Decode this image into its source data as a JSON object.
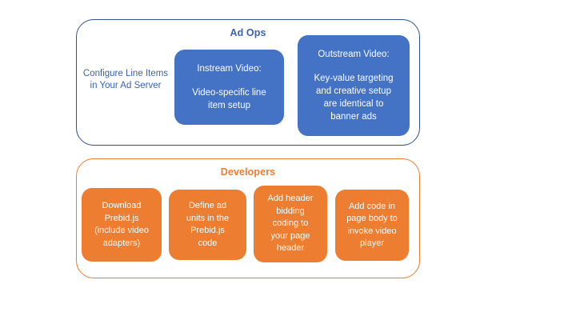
{
  "diagram": {
    "colors": {
      "blue_fill": "#4472C4",
      "blue_outline": "#2F528F",
      "blue_text": "#3C63AF",
      "orange_fill": "#ED7D31",
      "orange_outline": "#ED7D31",
      "white_text": "#FFFFFF",
      "background": "#FFFFFF"
    },
    "groups": [
      {
        "id": "ad-ops",
        "title": "Ad Ops",
        "plain_label": {
          "lines": [
            "Configure Line",
            "Items in Your Ad",
            "Server"
          ],
          "text": "Configure Line Items in Your Ad Server"
        },
        "nodes": [
          {
            "id": "instream",
            "heading": "Instream Video:",
            "body_lines": [
              "Video-specific line",
              "item setup"
            ],
            "body": "Video-specific line item setup"
          },
          {
            "id": "outstream",
            "heading": "Outstream Video:",
            "body_lines": [
              "Key-value targeting",
              "and creative setup",
              "are identical to",
              "banner ads"
            ],
            "body": "Key-value targeting and creative setup are identical to banner ads"
          }
        ]
      },
      {
        "id": "developers",
        "title": "Developers",
        "nodes": [
          {
            "id": "download-prebid",
            "lines": [
              "Download",
              "Prebid.js",
              "(include video",
              "adapters)"
            ],
            "text": "Download Prebid.js (include video adapters)"
          },
          {
            "id": "define-ad-units",
            "lines": [
              "Define ad",
              "units in the",
              "Prebid.js",
              "code"
            ],
            "text": "Define ad units in the Prebid.js code"
          },
          {
            "id": "header-bidding",
            "lines": [
              "Add header",
              "bidding",
              "coding to",
              "your page",
              "header"
            ],
            "text": "Add header bidding coding to your page header"
          },
          {
            "id": "invoke-player",
            "lines": [
              "Add code in",
              "page body to",
              "invoke video",
              "player"
            ],
            "text": "Add code in page body to invoke video player"
          }
        ]
      }
    ]
  }
}
